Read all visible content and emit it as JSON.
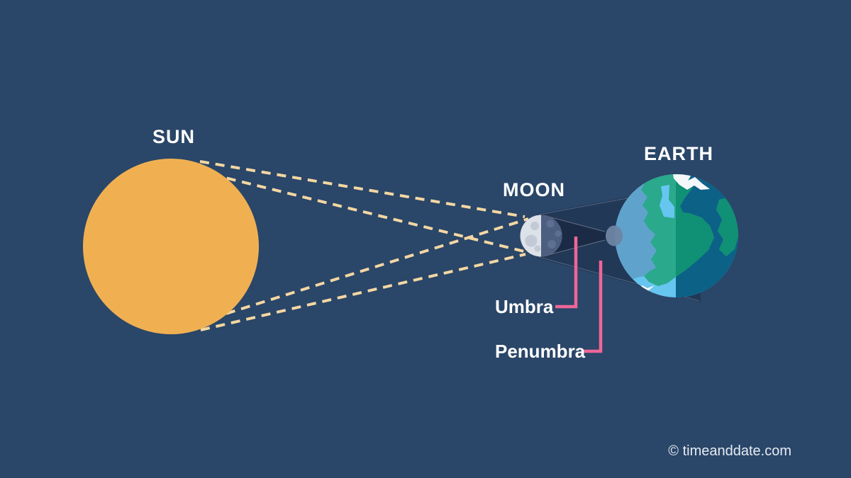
{
  "diagram": {
    "sun_label": "SUN",
    "moon_label": "MOON",
    "earth_label": "EARTH",
    "umbra_label": "Umbra",
    "penumbra_label": "Penumbra",
    "attribution": "© timeanddate.com"
  },
  "colors": {
    "background": "#2a4668",
    "sun": "#f0b052",
    "ray_dash": "#f3d7a3",
    "pointer_pink": "#ef6698",
    "label_text": "#ffffff",
    "moon_lit": "#dde1e8",
    "moon_crater_lit": "#c3cad6",
    "moon_dark": "#4c5f80",
    "moon_crater_dark": "#5d7094",
    "umbra_fill": "#1b2a45",
    "penumbra_fill": "#1a2946",
    "umbra_tip_spot": "#6e85a3",
    "cone_edge_line": "#b7c3d8",
    "earth_ocean_day": "#5fa3cc",
    "earth_sea_bright": "#66c6f0",
    "earth_ocean_night": "#0c6187",
    "earth_land_day": "#2aa98c",
    "earth_land_night": "#109074",
    "earth_ice": "#f4f7f9"
  }
}
